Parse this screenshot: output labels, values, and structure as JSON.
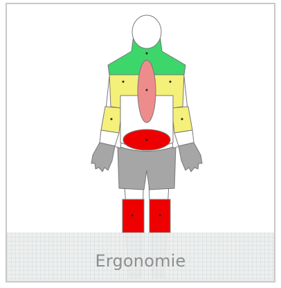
{
  "card": {
    "caption": "Ergonomie"
  },
  "icons": {
    "figure": "human-body-back-view-icon"
  },
  "zones": [
    {
      "region": "neck-upper-back",
      "color": "#3dd66a"
    },
    {
      "region": "shoulders",
      "color": "#f4f07a"
    },
    {
      "region": "spine",
      "color": "#ee8c8c"
    },
    {
      "region": "elbows",
      "color": "#f4f07a"
    },
    {
      "region": "lower-back",
      "color": "#ee0000"
    },
    {
      "region": "knees",
      "color": "#ee0000"
    }
  ],
  "colors": {
    "outline": "#777777",
    "limbs": "#ffffff",
    "hands": "#a6a6a6",
    "hips": "#a6a6a6",
    "calves": "#d4d4d4"
  }
}
